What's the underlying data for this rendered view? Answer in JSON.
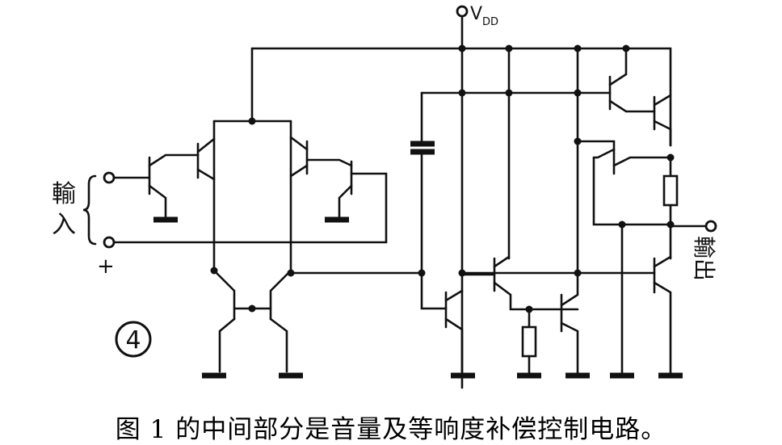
{
  "labels": {
    "supply": "V",
    "supply_sub": "DD",
    "input_char_1": "輸",
    "input_char_2": "入",
    "plus": "+",
    "output": "輸出",
    "circle_number": "4"
  },
  "caption": "图 1 的中间部分是音量及等响度补偿控制电路。"
}
